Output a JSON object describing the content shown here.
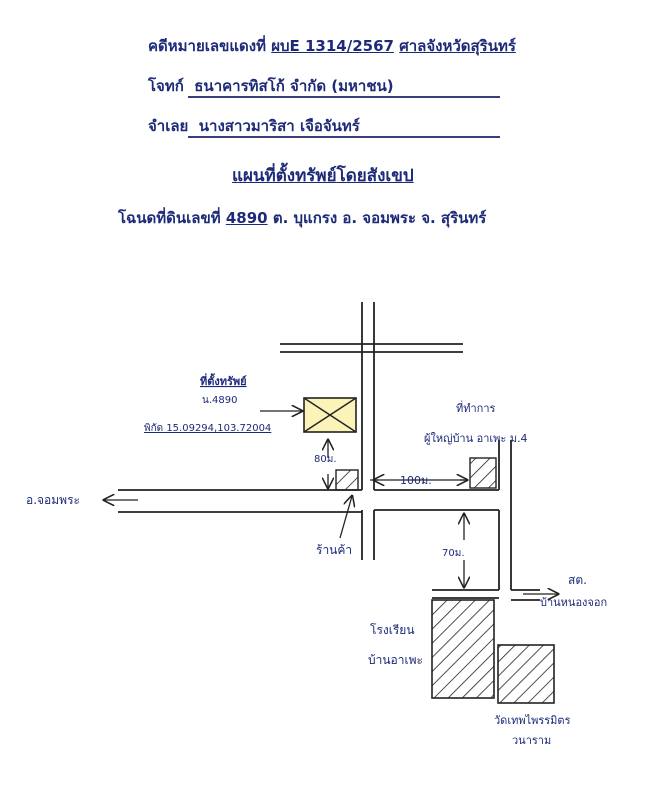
{
  "header": {
    "case_prefix": "คดีหมายเลขแดงที่",
    "case_no": "ผบE 1314/2567",
    "court": "ศาลจังหวัดสุรินทร์",
    "plaintiff_label": "โจทก์",
    "plaintiff": "ธนาคารทิสโก้ จำกัด (มหาชน)",
    "defendant_label": "จำเลย",
    "defendant": "นางสาวมาริสา เจือจันทร์",
    "map_title": "แผนที่ตั้งทรัพย์โดยสังเขป",
    "deed_line": "โฉนดที่ดินเลขที่",
    "deed_no": "4890",
    "location": "ต. บุแกรง  อ. จอมพระ  จ. สุรินทร์"
  },
  "map": {
    "property_label": "ที่ตั้งทรัพย์",
    "property_deed": "น.4890",
    "property_coords": "พิกัด 15.09294,103.72004",
    "dist_80": "80ม.",
    "shop": "ร้านค้า",
    "to_jompra": "อ.จอมพระ",
    "dist_100": "100ม.",
    "village_office_1": "ที่ทำการ",
    "village_office_2": "ผู้ใหญ่บ้าน อาเพะ ม.4",
    "dist_70": "70ม.",
    "school_1": "โรงเรียน",
    "school_2": "บ้านอาเพะ",
    "to_nongjok_1": "สต.",
    "to_nongjok_2": "บ้านหนองจอก",
    "temple_1": "วัดเทพไพรรมิตร",
    "temple_2": "วนาราม"
  }
}
